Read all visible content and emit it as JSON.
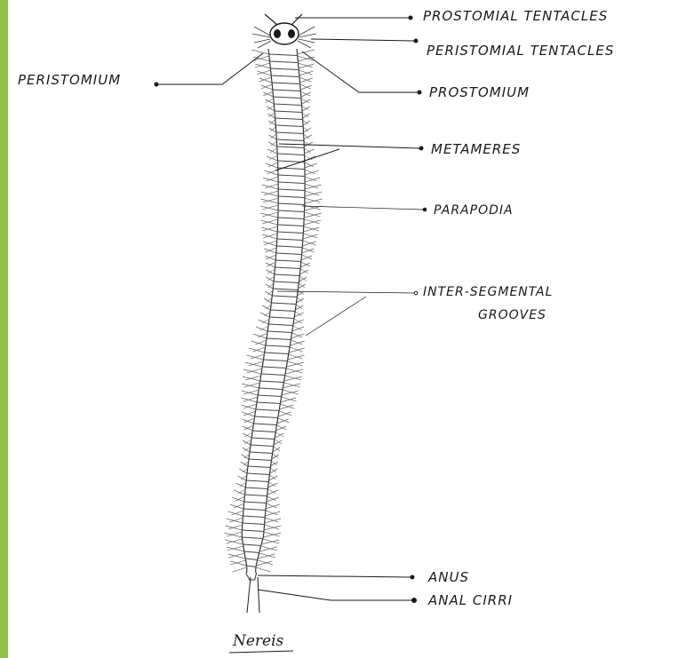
{
  "diagram": {
    "labels": {
      "prostomial_tentacles": "PROSTOMIAL TENTACLES",
      "peristomial_tentacles": "PERISTOMIAL TENTACLES",
      "peristomium": "PERISTOMIUM",
      "prostomium": "PROSTOMIUM",
      "metameres": "METAMERES",
      "parapodia": "PARAPODIA",
      "intersegmental_grooves_line1": "INTER-SEGMENTAL",
      "intersegmental_grooves_line2": "GROOVES",
      "anus": "ANUS",
      "anal_cirri": "ANAL CIRRI"
    },
    "caption": "Nereis",
    "colors": {
      "ink": "#1a1a1a",
      "sketch": "#555555",
      "border": "#8fc24a"
    }
  }
}
